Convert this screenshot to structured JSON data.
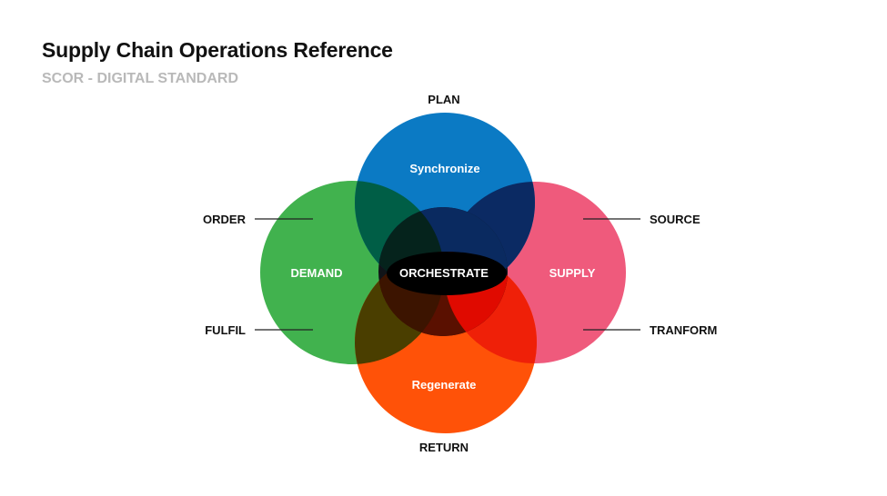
{
  "header": {
    "title": "Supply Chain Operations Reference",
    "subtitle": "SCOR - DIGITAL STANDARD"
  },
  "diagram": {
    "center_label": "ORCHESTRATE",
    "circles": {
      "top": {
        "label": "Synchronize",
        "outer_label": "PLAN",
        "color": "#0b7ac4"
      },
      "left": {
        "label": "DEMAND",
        "color": "#41b24e"
      },
      "right": {
        "label": "SUPPLY",
        "color": "#ef5a7c"
      },
      "bottom": {
        "label": "Regenerate",
        "outer_label": "RETURN",
        "color": "#ff5208"
      }
    },
    "side_labels": {
      "left_top": "ORDER",
      "left_bottom": "FULFIL",
      "right_top": "SOURCE",
      "right_bottom": "TRANFORM"
    }
  }
}
